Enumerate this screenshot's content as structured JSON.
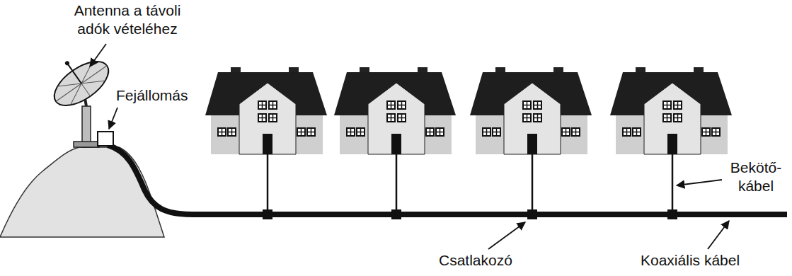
{
  "diagram": {
    "labels": [
      "Antenna a távoli adók vételéhez",
      "Fejállomás",
      "Bekötő- kábel",
      "Csatlakozó",
      "Koaxiális kábel"
    ]
  }
}
